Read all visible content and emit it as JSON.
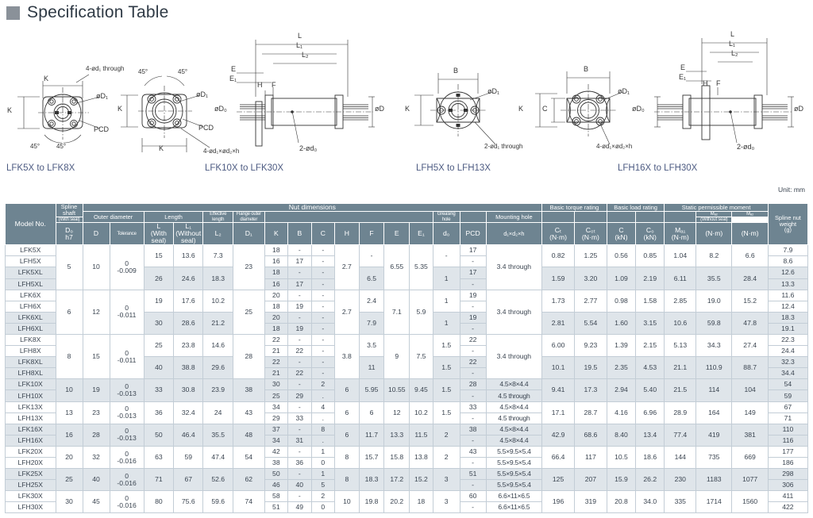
{
  "header": {
    "title": "Specification Table",
    "square_icon": "gray-square-icon"
  },
  "unit_note": "Unit: mm",
  "diagrams": [
    {
      "caption": "LFK5X to LFK8X",
      "labels": [
        "K",
        "K",
        "4-ød₁ through",
        "øD₁",
        "PCD",
        "45°",
        "45°"
      ]
    },
    {
      "caption": "LFK10X to LFK30X",
      "labels": [
        "K",
        "K",
        "45°",
        "45°",
        "øD₁",
        "PCD",
        "4-ød₁×ød₂×h",
        "øD₀",
        "L",
        "L₁",
        "L₂",
        "E",
        "E₁",
        "H",
        "F",
        "øD",
        "2-ød₀"
      ]
    },
    {
      "caption": "LFH5X to LFH13X",
      "labels": [
        "K",
        "B",
        "øD₁",
        "2-ød₁ through"
      ]
    },
    {
      "caption": "LFH16X to LFH30X",
      "labels": [
        "K",
        "C",
        "B",
        "øD₁",
        "4-ød₁×ød₂×h",
        "øD₀",
        "L",
        "L₁",
        "L₂",
        "E",
        "E₁",
        "H",
        "F",
        "øD",
        "2-ød₀"
      ]
    }
  ],
  "table": {
    "group_headers": {
      "nut_dimensions": "Nut dimensions",
      "basic_torque_rating": "Basic torque rating",
      "basic_load_rating": "Basic load rating",
      "static_permissible_moment": "Static permissible moment"
    },
    "columns": {
      "model_no": "Model No.",
      "spline_shaft": "Spline shaft",
      "spline_shaft_sym": "D₀",
      "spline_shaft_tol": "h7",
      "outer_diameter": "Outer diameter",
      "outer_diameter_sym": "D",
      "tolerance": "Tolerance",
      "length": "Length",
      "length_L": "L",
      "length_L_note": "(With seal)",
      "length_L1": "L₁",
      "length_L1_note": "(Without seal)",
      "effective_length": "Effective length",
      "effective_length_sym": "L₂",
      "flange_outer_diameter": "Flange outer diameter",
      "flange_outer_diameter_sym": "D₁",
      "K": "K",
      "B": "B",
      "C": "C",
      "H": "H",
      "F": "F",
      "E": "E",
      "E1": "E₁",
      "greasing_hole": "Greasing hole",
      "greasing_hole_sym": "d₀",
      "PCD": "PCD",
      "mounting_hole": "Mounting hole",
      "mounting_hole_sym": "d₁×d₂×h",
      "CT": "Cₜ",
      "CT_unit": "(N·m)",
      "C0T": "C₀ₜ",
      "C0T_unit": "(N·m)",
      "C_unit": "(kN)",
      "C0": "C₀",
      "C0_unit": "(kN)",
      "MA1": "Mₐ₁",
      "MA1_unit": "(N·m)",
      "MA2_with": "Mₐ₂",
      "MA2_with_note": "(With seal)",
      "MA2_with_unit": "(N·m)",
      "MA2_without": "Mₐ₂",
      "MA2_without_note": "(Without seal)",
      "MA2_without_unit": "(N·m)",
      "spline_nut_weight": "Spline nut weight",
      "spline_nut_weight_unit": "(g)"
    },
    "groups": [
      {
        "models": [
          "LFK5X",
          "LFH5X",
          "LFK5XL",
          "LFH5XL"
        ],
        "spline_shaft": "5",
        "outer_diameter": "10",
        "tolerance_top": "0",
        "tolerance_bottom": "-0.009",
        "L_a": "15",
        "L1_a": "13.6",
        "L2_a": "7.3",
        "L_b": "26",
        "L1_b": "24.6",
        "L2_b": "18.3",
        "D1": "23",
        "K": [
          "18",
          "16",
          "18",
          "16"
        ],
        "B": [
          "-",
          "17",
          "-",
          "17"
        ],
        "C": [
          "-",
          "-",
          "-",
          "-"
        ],
        "H": "2.7",
        "F_a": "-",
        "F_b": "6.5",
        "E": "6.55",
        "E1": "5.35",
        "d0_a": "-",
        "d0_b": "1",
        "PCD": [
          "17",
          "-",
          "17",
          "-"
        ],
        "mounting_hole": "3.4 through",
        "CT_a": "0.82",
        "C0T_a": "1.25",
        "C_a": "0.56",
        "C0_a": "0.85",
        "MA1_a": "1.04",
        "MA2w_a": "8.2",
        "MA2wo_a": "6.6",
        "CT_b": "1.59",
        "C0T_b": "3.20",
        "C_b": "1.09",
        "C0_b": "2.19",
        "MA1_b": "6.11",
        "MA2w_b": "35.5",
        "MA2wo_b": "28.4",
        "weights": [
          "7.9",
          "8.6",
          "12.6",
          "13.3"
        ]
      },
      {
        "models": [
          "LFK6X",
          "LFH6X",
          "LFK6XL",
          "LFH6XL"
        ],
        "spline_shaft": "6",
        "outer_diameter": "12",
        "tolerance_top": "0",
        "tolerance_bottom": "-0.011",
        "L_a": "19",
        "L1_a": "17.6",
        "L2_a": "10.2",
        "L_b": "30",
        "L1_b": "28.6",
        "L2_b": "21.2",
        "D1": "25",
        "K": [
          "20",
          "18",
          "20",
          "18"
        ],
        "B": [
          "-",
          "19",
          "-",
          "19"
        ],
        "C": [
          "-",
          "-",
          "-",
          "-"
        ],
        "H": "2.7",
        "F_a": "2.4",
        "F_b": "7.9",
        "E": "7.1",
        "E1": "5.9",
        "d0_a": "1",
        "d0_b": "1",
        "PCD": [
          "19",
          "-",
          "19",
          "-"
        ],
        "mounting_hole": "3.4 through",
        "CT_a": "1.73",
        "C0T_a": "2.77",
        "C_a": "0.98",
        "C0_a": "1.58",
        "MA1_a": "2.85",
        "MA2w_a": "19.0",
        "MA2wo_a": "15.2",
        "CT_b": "2.81",
        "C0T_b": "5.54",
        "C_b": "1.60",
        "C0_b": "3.15",
        "MA1_b": "10.6",
        "MA2w_b": "59.8",
        "MA2wo_b": "47.8",
        "weights": [
          "11.6",
          "12.4",
          "18.3",
          "19.1"
        ]
      },
      {
        "models": [
          "LFK8X",
          "LFH8X",
          "LFK8XL",
          "LFH8XL"
        ],
        "spline_shaft": "8",
        "outer_diameter": "15",
        "tolerance_top": "0",
        "tolerance_bottom": "-0.011",
        "L_a": "25",
        "L1_a": "23.8",
        "L2_a": "14.6",
        "L_b": "40",
        "L1_b": "38.8",
        "L2_b": "29.6",
        "D1": "28",
        "K": [
          "22",
          "21",
          "22",
          "21"
        ],
        "B": [
          "-",
          "22",
          "-",
          "22"
        ],
        "C": [
          "-",
          "-",
          "-",
          "-"
        ],
        "H": "3.8",
        "F_a": "3.5",
        "F_b": "11",
        "E": "9",
        "E1": "7.5",
        "d0_a": "1.5",
        "d0_b": "1.5",
        "PCD": [
          "22",
          "-",
          "22",
          "-"
        ],
        "mounting_hole": "3.4 through",
        "CT_a": "6.00",
        "C0T_a": "9.23",
        "C_a": "1.39",
        "C0_a": "2.15",
        "MA1_a": "5.13",
        "MA2w_a": "34.3",
        "MA2wo_a": "27.4",
        "CT_b": "10.1",
        "C0T_b": "19.5",
        "C_b": "2.35",
        "C0_b": "4.53",
        "MA1_b": "21.1",
        "MA2w_b": "110.9",
        "MA2wo_b": "88.7",
        "weights": [
          "22.3",
          "24.4",
          "32.3",
          "34.4"
        ]
      }
    ],
    "pair_rows": [
      {
        "models": [
          "LFK10X",
          "LFH10X"
        ],
        "spline_shaft": "10",
        "outer_diameter": "19",
        "tolerance_top": "0",
        "tolerance_bottom": "-0.013",
        "L": "33",
        "L1": "30.8",
        "L2": "23.9",
        "D1": "38",
        "K": [
          "30",
          "25"
        ],
        "B": [
          "-",
          "29"
        ],
        "C": "2.94",
        "H": "6",
        "F": "5.95",
        "E": "10.55",
        "E1": "9.45",
        "d0": "1.5",
        "PCD": [
          "28",
          "-"
        ],
        "mounting_hole": [
          "4.5×8×4.4",
          "4.5 through"
        ],
        "CT": "9.41",
        "C0T": "17.3",
        "C0": "5.40",
        "MA1": "21.5",
        "MA2w": "114",
        "MA2wo": "104",
        "weights": [
          "54",
          "59"
        ]
      },
      {
        "models": [
          "LFK13X",
          "LFH13X"
        ],
        "spline_shaft": "13",
        "outer_diameter": "23",
        "tolerance_top": "0",
        "tolerance_bottom": "-0.013",
        "L": "36",
        "L1": "32.4",
        "L2": "24",
        "D1": "43",
        "K": [
          "34",
          "29"
        ],
        "B": [
          "-",
          "33"
        ],
        "C": "4.16",
        "H": "6",
        "F": "6",
        "E": "12",
        "E1": "10.2",
        "d0": "1.5",
        "PCD": [
          "33",
          "-"
        ],
        "mounting_hole": [
          "4.5×8×4.4",
          "4.5 through"
        ],
        "CT": "17.1",
        "C0T": "28.7",
        "C0": "6.96",
        "MA1": "28.9",
        "MA2w": "164",
        "MA2wo": "149",
        "weights": [
          "67",
          "71"
        ]
      },
      {
        "models": [
          "LFK16X",
          "LFH16X"
        ],
        "spline_shaft": "16",
        "outer_diameter": "28",
        "tolerance_top": "0",
        "tolerance_bottom": "-0.013",
        "L": "50",
        "L1": "46.4",
        "L2": "35.5",
        "D1": "48",
        "K": [
          "37",
          "34"
        ],
        "B": [
          "-",
          "31"
        ],
        "C": "8.40",
        "H": "6",
        "F": "11.7",
        "E": "13.3",
        "E1": "11.5",
        "d0": "2",
        "PCD": [
          "38",
          "-"
        ],
        "mounting_hole": [
          "4.5×8×4.4",
          "4.5×8×4.4"
        ],
        "CT": "42.9",
        "C0T": "68.6",
        "C0": "13.4",
        "MA1": "77.4",
        "MA2w": "419",
        "MA2wo": "381",
        "weights": [
          "110",
          "116"
        ]
      },
      {
        "models": [
          "LFK20X",
          "LFH20X"
        ],
        "spline_shaft": "20",
        "outer_diameter": "32",
        "tolerance_top": "0",
        "tolerance_bottom": "-0.016",
        "L": "63",
        "L1": "59",
        "L2": "47.4",
        "D1": "54",
        "K": [
          "42",
          "38"
        ],
        "B": [
          "-",
          "36"
        ],
        "C": "10.5",
        "H": "8",
        "F": "15.7",
        "E": "15.8",
        "E1": "13.8",
        "d0": "2",
        "PCD": [
          "43",
          "-"
        ],
        "mounting_hole": [
          "5.5×9.5×5.4",
          "5.5×9.5×5.4"
        ],
        "CT": "66.4",
        "C0T": "117",
        "C0": "18.6",
        "MA1": "144",
        "MA2w": "735",
        "MA2wo": "669",
        "weights": [
          "177",
          "186"
        ]
      },
      {
        "models": [
          "LFK25X",
          "LFH25X"
        ],
        "spline_shaft": "25",
        "outer_diameter": "40",
        "tolerance_top": "0",
        "tolerance_bottom": "-0.016",
        "L": "71",
        "L1": "67",
        "L2": "52.6",
        "D1": "62",
        "K": [
          "50",
          "46"
        ],
        "B": [
          "-",
          "40"
        ],
        "C": "15.9",
        "H": "8",
        "F": "18.3",
        "E": "17.2",
        "E1": "15.2",
        "d0": "3",
        "PCD": [
          "51",
          "-"
        ],
        "mounting_hole": [
          "5.5×9.5×5.4",
          "5.5×9.5×5.4"
        ],
        "CT": "125",
        "C0T": "207",
        "C0": "26.2",
        "MA1": "230",
        "MA2w": "1183",
        "MA2wo": "1077",
        "weights": [
          "298",
          "306"
        ]
      },
      {
        "models": [
          "LFK30X",
          "LFH30X"
        ],
        "spline_shaft": "30",
        "outer_diameter": "45",
        "tolerance_top": "0",
        "tolerance_bottom": "-0.016",
        "L": "80",
        "L1": "75.6",
        "L2": "59.6",
        "D1": "74",
        "K": [
          "58",
          "51"
        ],
        "B": [
          "-",
          "49"
        ],
        "C": "20.8",
        "H": "10",
        "F": "19.8",
        "E": "20.2",
        "E1": "18",
        "d0": "3",
        "PCD": [
          "60",
          "-"
        ],
        "mounting_hole": [
          "6.6×11×6.5",
          "6.6×11×6.5"
        ],
        "CT": "196",
        "C0T": "319",
        "C0": "34.0",
        "MA1": "335",
        "MA2w": "1714",
        "MA2wo": "1560",
        "weights": [
          "411",
          "422"
        ]
      }
    ]
  },
  "colors": {
    "header_bg": "#6e8491",
    "row_alt_bg": "#dfe5ea",
    "caption_color": "#4d5b82",
    "grid": "#c3cdd6"
  }
}
